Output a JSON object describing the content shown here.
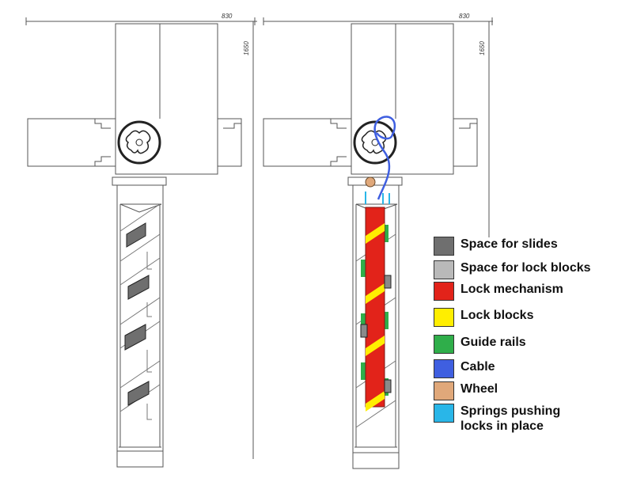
{
  "dimensions": {
    "width_label": "830",
    "height_label": "1650"
  },
  "colors": {
    "line": "#555555",
    "slide_dark": "#6f6f6f",
    "lock_block_light": "#b9b9b9",
    "lock_mechanism": "#e2231a",
    "lock_blocks": "#ffee00",
    "guide_rails": "#2fae4a",
    "cable": "#3f5fe0",
    "wheel": "#e0a87a",
    "springs": "#29b6e8"
  },
  "legend": {
    "items": [
      {
        "label": "Space for slides",
        "color": "#6f6f6f"
      },
      {
        "label": "Space for lock blocks",
        "color": "#b9b9b9"
      },
      {
        "label": "Lock mechanism",
        "color": "#e2231a"
      },
      {
        "label": "Lock blocks",
        "color": "#ffee00"
      },
      {
        "label": "Guide rails",
        "color": "#2fae4a"
      },
      {
        "label": "Cable",
        "color": "#3f5fe0"
      },
      {
        "label": "Wheel",
        "color": "#e0a87a"
      },
      {
        "label": "Springs pushing\nlocks in place",
        "color": "#29b6e8"
      }
    ]
  }
}
